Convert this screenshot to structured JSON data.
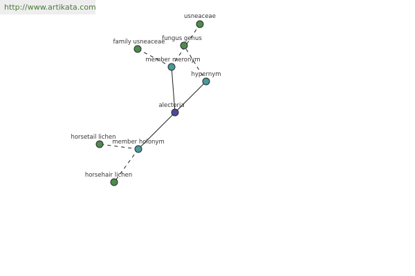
{
  "banner": {
    "url": "http://www.artikata.com"
  },
  "graph": {
    "nodes": [
      {
        "id": "alectoria",
        "label": "alectoria",
        "kind": "center"
      },
      {
        "id": "member_meronym",
        "label": "member meronym",
        "kind": "relation"
      },
      {
        "id": "hypernym",
        "label": "hypernym",
        "kind": "relation"
      },
      {
        "id": "member_holonym",
        "label": "member holonym",
        "kind": "relation"
      },
      {
        "id": "usneaceae",
        "label": "usneaceae",
        "kind": "leaf"
      },
      {
        "id": "fungus_genus",
        "label": "fungus genus",
        "kind": "leaf"
      },
      {
        "id": "family_usneaceae",
        "label": "family usneaceae",
        "kind": "leaf"
      },
      {
        "id": "horsetail_lichen",
        "label": "horsetail lichen",
        "kind": "leaf"
      },
      {
        "id": "horsehair_lichen",
        "label": "horsehair lichen",
        "kind": "leaf"
      }
    ],
    "edges": [
      {
        "from": "alectoria",
        "to": "member_meronym",
        "style": "solid"
      },
      {
        "from": "alectoria",
        "to": "hypernym",
        "style": "solid"
      },
      {
        "from": "alectoria",
        "to": "member_holonym",
        "style": "solid"
      },
      {
        "from": "member_meronym",
        "to": "usneaceae",
        "style": "dashed"
      },
      {
        "from": "member_meronym",
        "to": "family_usneaceae",
        "style": "dashed"
      },
      {
        "from": "hypernym",
        "to": "fungus_genus",
        "style": "dashed"
      },
      {
        "from": "member_holonym",
        "to": "horsetail_lichen",
        "style": "dashed"
      },
      {
        "from": "member_holonym",
        "to": "horsehair_lichen",
        "style": "dashed"
      }
    ]
  }
}
